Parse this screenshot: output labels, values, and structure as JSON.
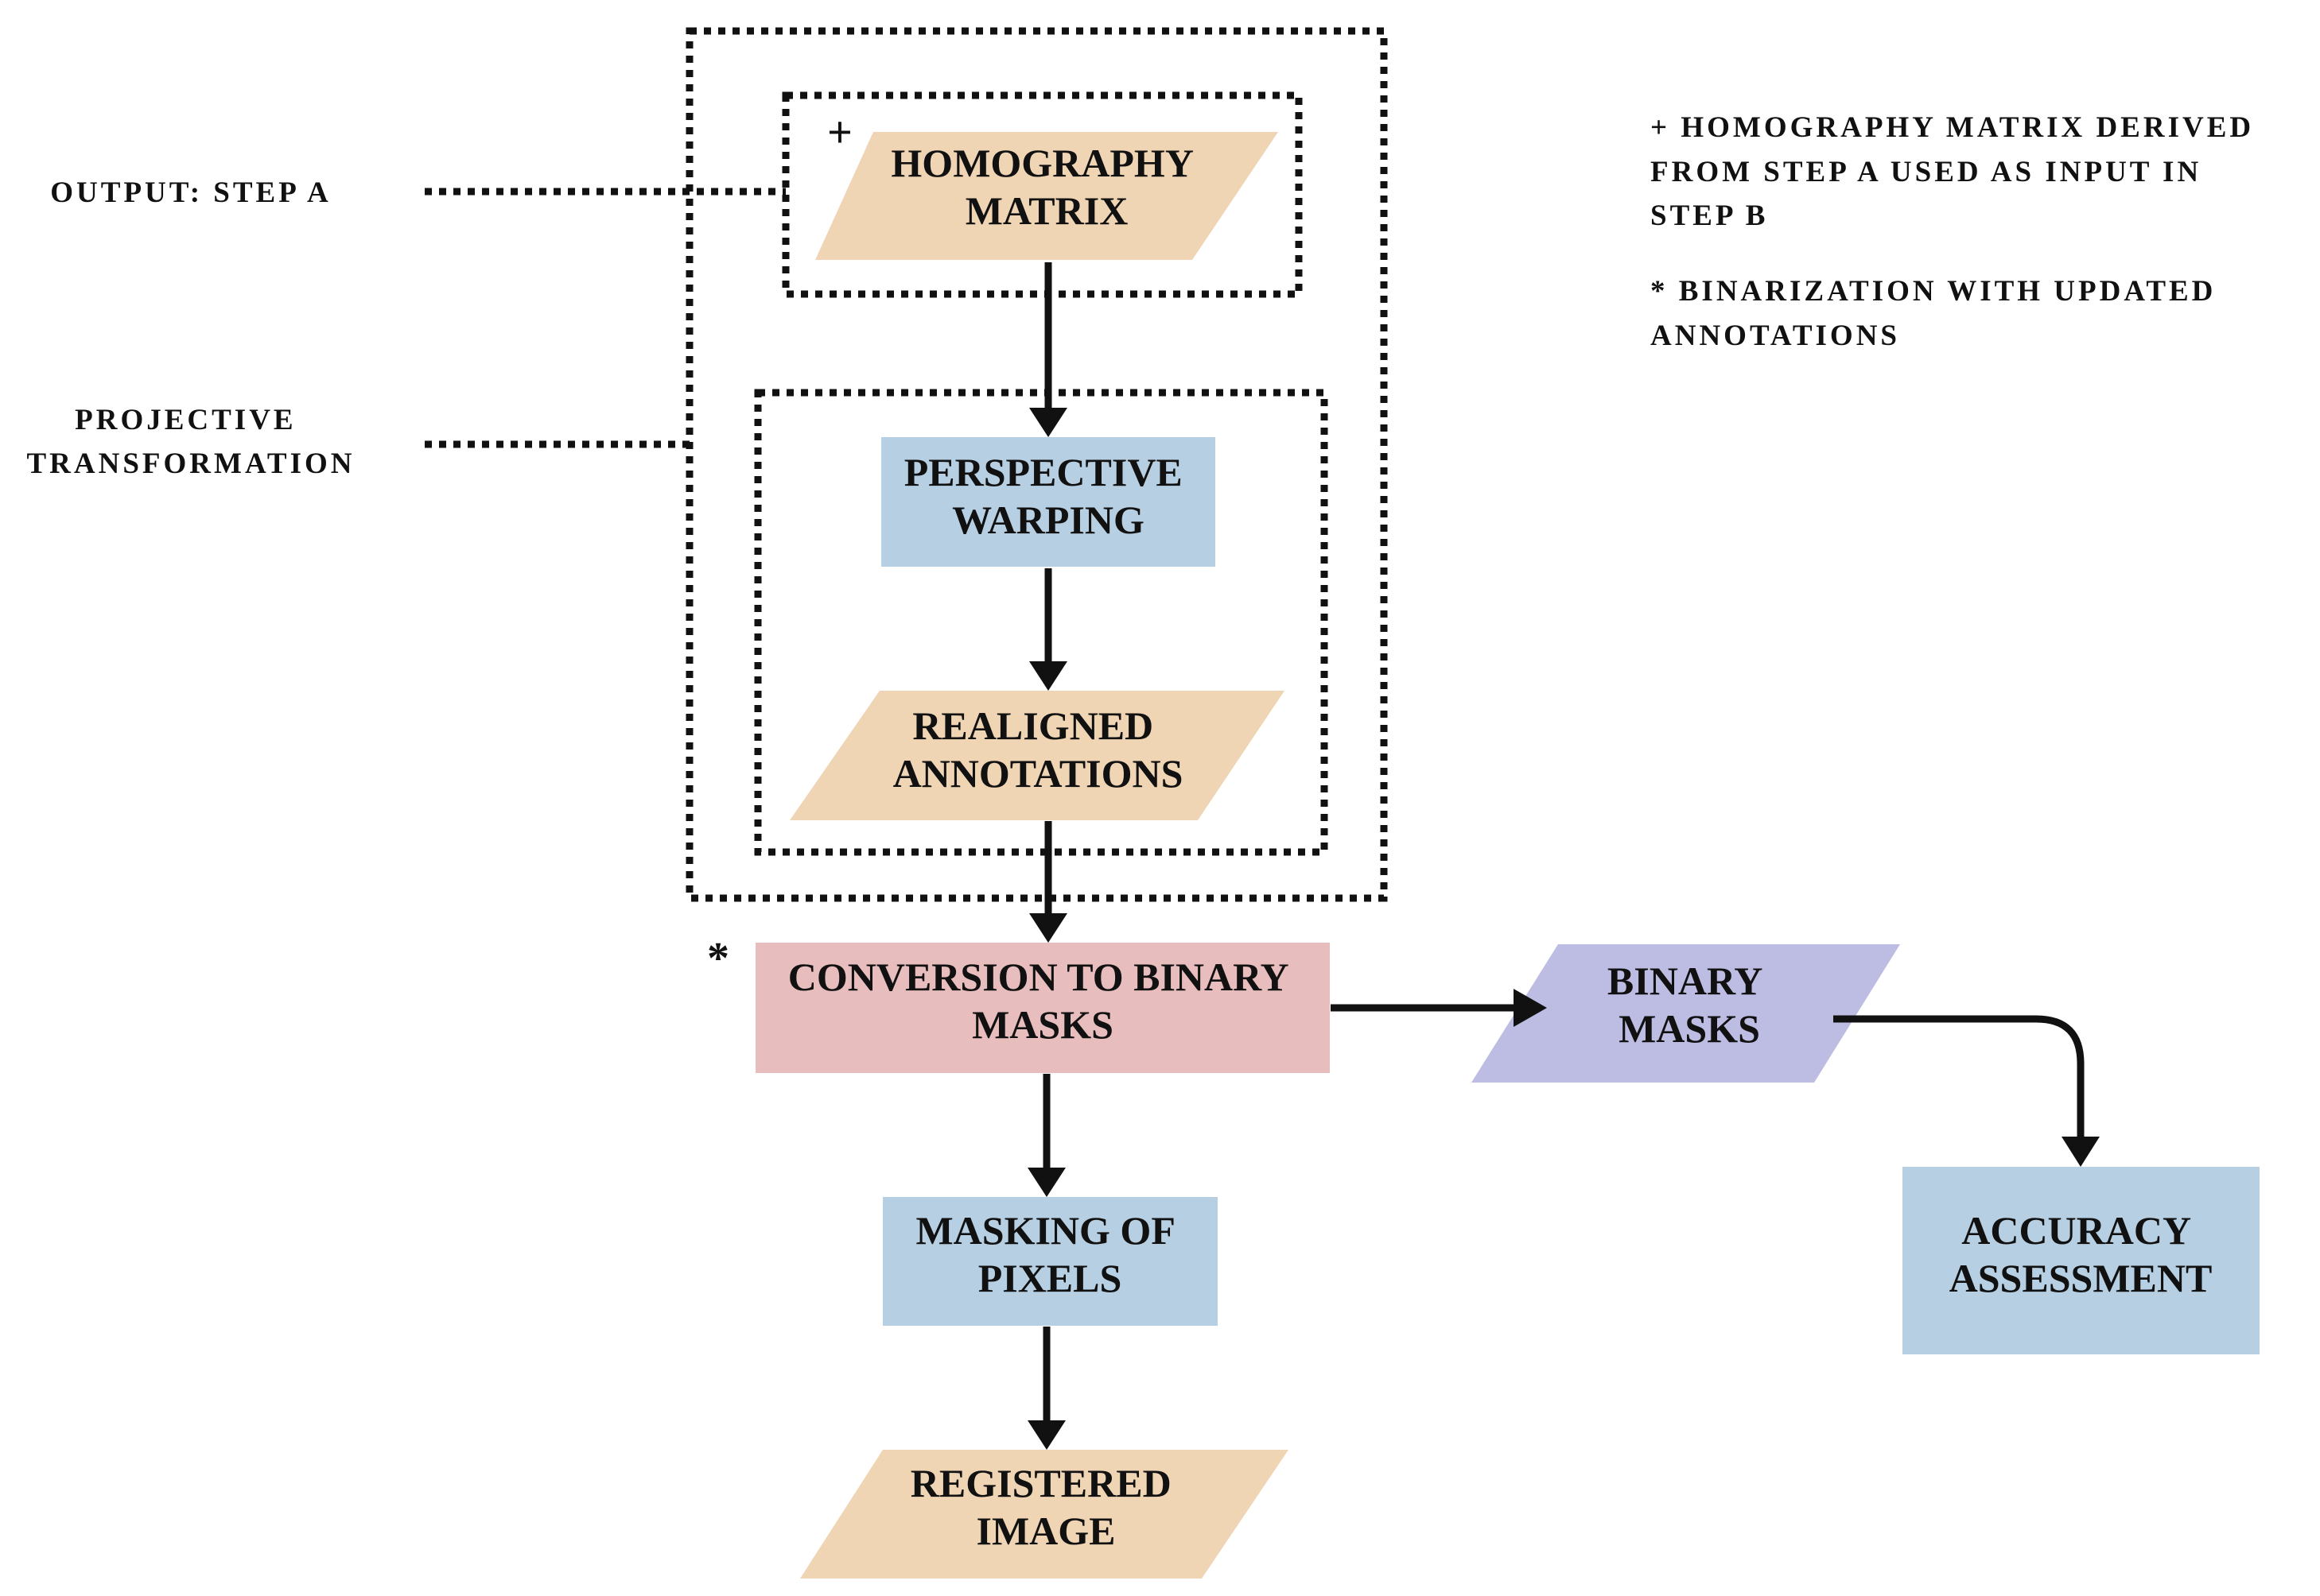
{
  "colors": {
    "data_node": "#F0D5B5",
    "process_node": "#B7CFE2",
    "binarize_node": "#E8BDBD",
    "mask_node": "#BDBDE3",
    "ink": "#111111"
  },
  "nodes": {
    "homography": {
      "lines": [
        "HOMOGRAPHY",
        "MATRIX"
      ],
      "marker": "+"
    },
    "warping": {
      "lines": [
        "PERSPECTIVE",
        "WARPING"
      ]
    },
    "realigned": {
      "lines": [
        "REALIGNED",
        "ANNOTATIONS"
      ]
    },
    "conversion": {
      "lines": [
        "CONVERSION TO BINARY",
        "MASKS"
      ],
      "marker": "*"
    },
    "binary_masks": {
      "lines": [
        "BINARY",
        "MASKS"
      ]
    },
    "masking": {
      "lines": [
        "MASKING OF",
        "PIXELS"
      ]
    },
    "accuracy": {
      "lines": [
        "ACCURACY",
        "ASSESSMENT"
      ]
    },
    "registered": {
      "lines": [
        "REGISTERED",
        "IMAGE"
      ]
    }
  },
  "labels": {
    "output_step_a": "OUTPUT: STEP A",
    "projective_transformation": [
      "PROJECTIVE",
      "TRANSFORMATION"
    ]
  },
  "notes": {
    "plus_note": [
      "+  HOMOGRAPHY MATRIX DERIVED",
      "FROM STEP A USED AS INPUT IN",
      "STEP B"
    ],
    "star_note": [
      "* BINARIZATION WITH UPDATED",
      "ANNOTATIONS"
    ]
  }
}
